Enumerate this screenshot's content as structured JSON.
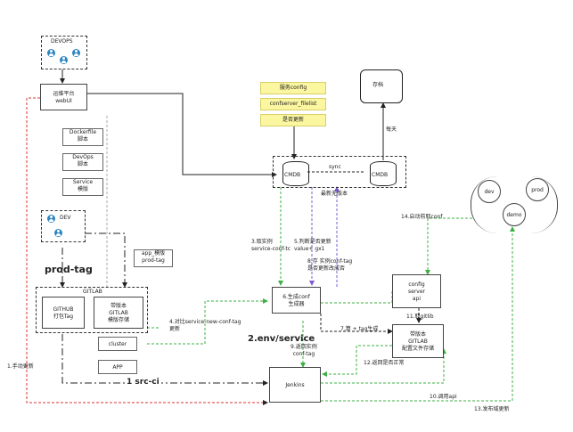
{
  "nodes": {
    "devops": "DEVOPS",
    "platform": "运维平台\nwebUI",
    "dockerfile": "Dockerfile\n脚本",
    "devops_script": "DevOps\n脚本",
    "service_tpl": "Service\n模版",
    "dev": "DEV",
    "app_tpl": "app_模版\nprod-tag",
    "prod_tag": "prod-tag",
    "gitlab": "GITLAB",
    "github": "GITHUB\n打包Tag",
    "gitlab_tpl": "带版本\nGITLAB\n模版存储",
    "cluster": "cluster",
    "app": "APP",
    "note_service_config": "服务config",
    "note_confserver": "confserver_filelist",
    "note_update": "是否更新",
    "cmdb1": "CMDB",
    "cmdb2": "CMDB",
    "sync": "sync",
    "db": "存档",
    "every_day": "每天",
    "latest": "最新无版本",
    "gen": "6.生成conf\n生成器",
    "env_service": "2.env/service",
    "jenkins": "Jenkins",
    "config_server": "config\nserver\napi",
    "gitlab_cfg": "带版本\nGITLAB\n配置文件存储",
    "env_dev": "dev",
    "env_prod": "prod",
    "env_demo": "demo",
    "src_ci": "1 src-ci"
  },
  "labels": {
    "l3": "3.取实例\nservice-conf-tc",
    "l5": "5.判断是否更新\nvalue+ gx1",
    "l8": "8.存 实例conf-tag\n是否更新改成否",
    "l4": "4.对比service-new-conf-tag\n更新",
    "l7": "7.算 + tag生成",
    "l9": "9.返回实例\nconf-tag",
    "l11": "11.取gitlib",
    "l12": "12.返回是否正常",
    "l10": "10.调用api",
    "l13": "13.发布域更新",
    "l14": "14.启动前取conf",
    "l1": "1.手动更新"
  }
}
